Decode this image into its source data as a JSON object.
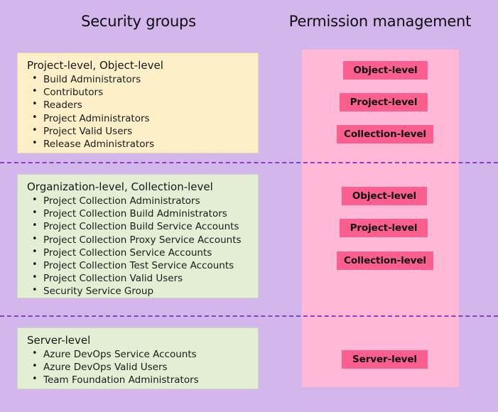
{
  "headings": {
    "left": "Security groups",
    "right": "Permission management"
  },
  "colors": {
    "background": "#d3b6eb",
    "panel_pink": "#ffb8d6",
    "badge_pink": "#fb5f8f",
    "box_yellow": "#fdf0c9",
    "box_green": "#e4eed5",
    "divider": "#8b3fbe"
  },
  "sections": [
    {
      "group_box": {
        "heading": "Project-level, Object-level",
        "items": [
          "Build Administrators",
          "Contributors",
          "Readers",
          "Project Administrators",
          "Project Valid Users",
          "Release Administrators"
        ]
      },
      "badges": [
        "Object-level",
        "Project-level",
        "Collection-level"
      ]
    },
    {
      "group_box": {
        "heading": "Organization-level, Collection-level",
        "items": [
          "Project Collection Administrators",
          "Project Collection Build Administrators",
          "Project Collection Build Service Accounts",
          "Project Collection Proxy Service Accounts",
          "Project Collection Service Accounts",
          "Project Collection Test Service Accounts",
          "Project Collection Valid Users",
          "Security Service Group"
        ]
      },
      "badges": [
        "Object-level",
        "Project-level",
        "Collection-level"
      ]
    },
    {
      "group_box": {
        "heading": "Server-level",
        "items": [
          "Azure DevOps Service Accounts",
          "Azure DevOps Valid Users",
          "Team Foundation Administrators"
        ]
      },
      "badges": [
        "Server-level"
      ]
    }
  ]
}
